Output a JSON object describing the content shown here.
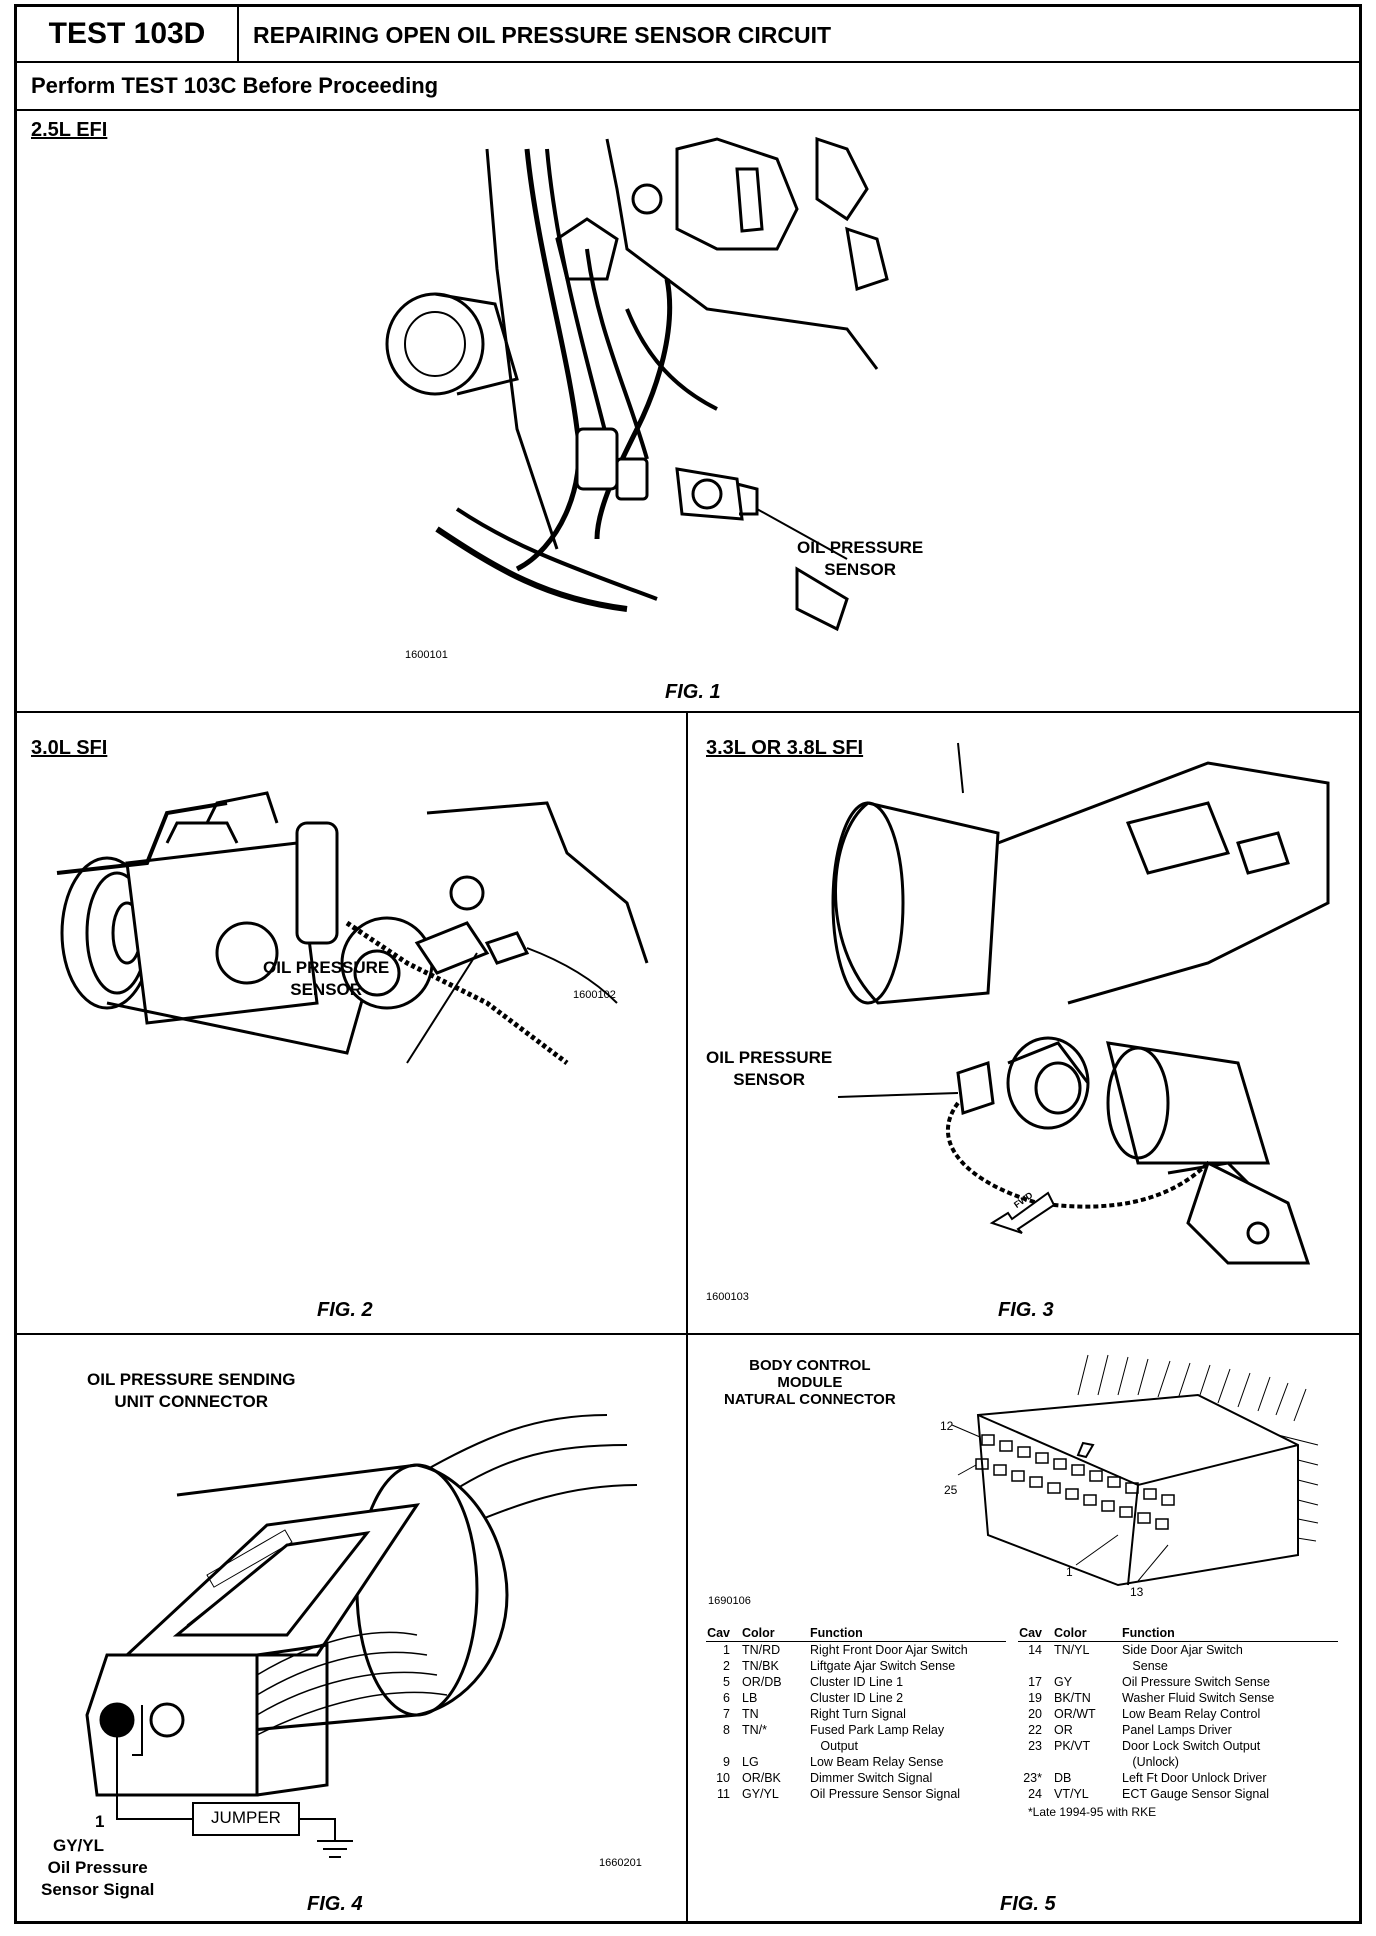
{
  "header": {
    "test_id": "TEST 103D",
    "title": "REPAIRING OPEN OIL PRESSURE SENSOR CIRCUIT",
    "prerequisite": "Perform TEST 103C Before Proceeding"
  },
  "fig1": {
    "engine": "2.5L EFI",
    "callout": "OIL PRESSURE\nSENSOR",
    "part_no": "1600101",
    "caption": "FIG. 1"
  },
  "fig2": {
    "engine": "3.0L SFI",
    "callout": "OIL PRESSURE\nSENSOR",
    "part_no": "1600102",
    "caption": "FIG. 2"
  },
  "fig3": {
    "engine": "3.3L OR 3.8L SFI",
    "callout": "OIL PRESSURE\nSENSOR",
    "part_no": "1600103",
    "caption": "FIG. 3",
    "arrow_label": "FWD"
  },
  "fig4": {
    "title": "OIL PRESSURE SENDING\nUNIT CONNECTOR",
    "jumper": "JUMPER",
    "pin": "1",
    "pin_color": "GY/YL",
    "pin_desc": "Oil Pressure\nSensor Signal",
    "part_no": "1660201",
    "caption": "FIG. 4"
  },
  "fig5": {
    "title": "BODY CONTROL\nMODULE\nNATURAL CONNECTOR",
    "pin_labels": [
      "12",
      "25",
      "1",
      "13"
    ],
    "part_no": "1690106",
    "caption": "FIG. 5",
    "headers": [
      "Cav",
      "Color",
      "Function"
    ],
    "left_rows": [
      [
        "1",
        "TN/RD",
        "Right Front Door Ajar Switch"
      ],
      [
        "2",
        "TN/BK",
        "Liftgate Ajar Switch Sense"
      ],
      [
        "5",
        "OR/DB",
        "Cluster ID Line 1"
      ],
      [
        "6",
        "LB",
        "Cluster ID Line 2"
      ],
      [
        "7",
        "TN",
        "Right Turn Signal"
      ],
      [
        "8",
        "TN/*",
        "Fused Park Lamp Relay"
      ],
      [
        "",
        "",
        "   Output"
      ],
      [
        "9",
        "LG",
        "Low Beam Relay Sense"
      ],
      [
        "10",
        "OR/BK",
        "Dimmer Switch Signal"
      ],
      [
        "11",
        "GY/YL",
        "Oil Pressure Sensor Signal"
      ]
    ],
    "right_rows": [
      [
        "14",
        "TN/YL",
        "Side Door Ajar Switch"
      ],
      [
        "",
        "",
        "   Sense"
      ],
      [
        "17",
        "GY",
        "Oil Pressure Switch Sense"
      ],
      [
        "19",
        "BK/TN",
        "Washer Fluid Switch Sense"
      ],
      [
        "20",
        "OR/WT",
        "Low Beam Relay Control"
      ],
      [
        "22",
        "OR",
        "Panel Lamps Driver"
      ],
      [
        "23",
        "PK/VT",
        "Door Lock Switch Output"
      ],
      [
        "",
        "",
        "   (Unlock)"
      ],
      [
        "23*",
        "DB",
        "Left Ft Door Unlock Driver"
      ],
      [
        "24",
        "VT/YL",
        "ECT Gauge Sensor Signal"
      ]
    ],
    "footnote": "*Late 1994-95 with RKE"
  }
}
